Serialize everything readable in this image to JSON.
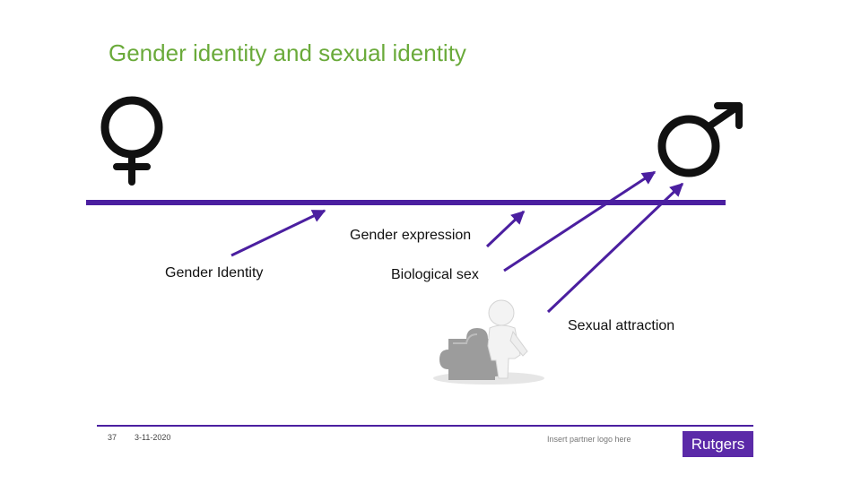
{
  "slide": {
    "title": "Gender identity and sexual identity",
    "labels": {
      "gender_expression": "Gender expression",
      "gender_identity": "Gender Identity",
      "biological_sex": "Biological sex",
      "sexual_attraction": "Sexual attraction"
    },
    "icons": {
      "left_symbol": "female-symbol-icon",
      "right_symbol": "male-symbol-icon",
      "figure": "person-with-puzzle-piece-icon"
    }
  },
  "footer": {
    "page_number": "37",
    "date": "3-11-2020",
    "partner_text": "Insert partner logo here",
    "logo_text": "Rutgers"
  },
  "colors": {
    "accent": "#4b1fa0",
    "title": "#6aaa3a",
    "logo_bg": "#5b2aa8",
    "symbol": "#111111"
  }
}
